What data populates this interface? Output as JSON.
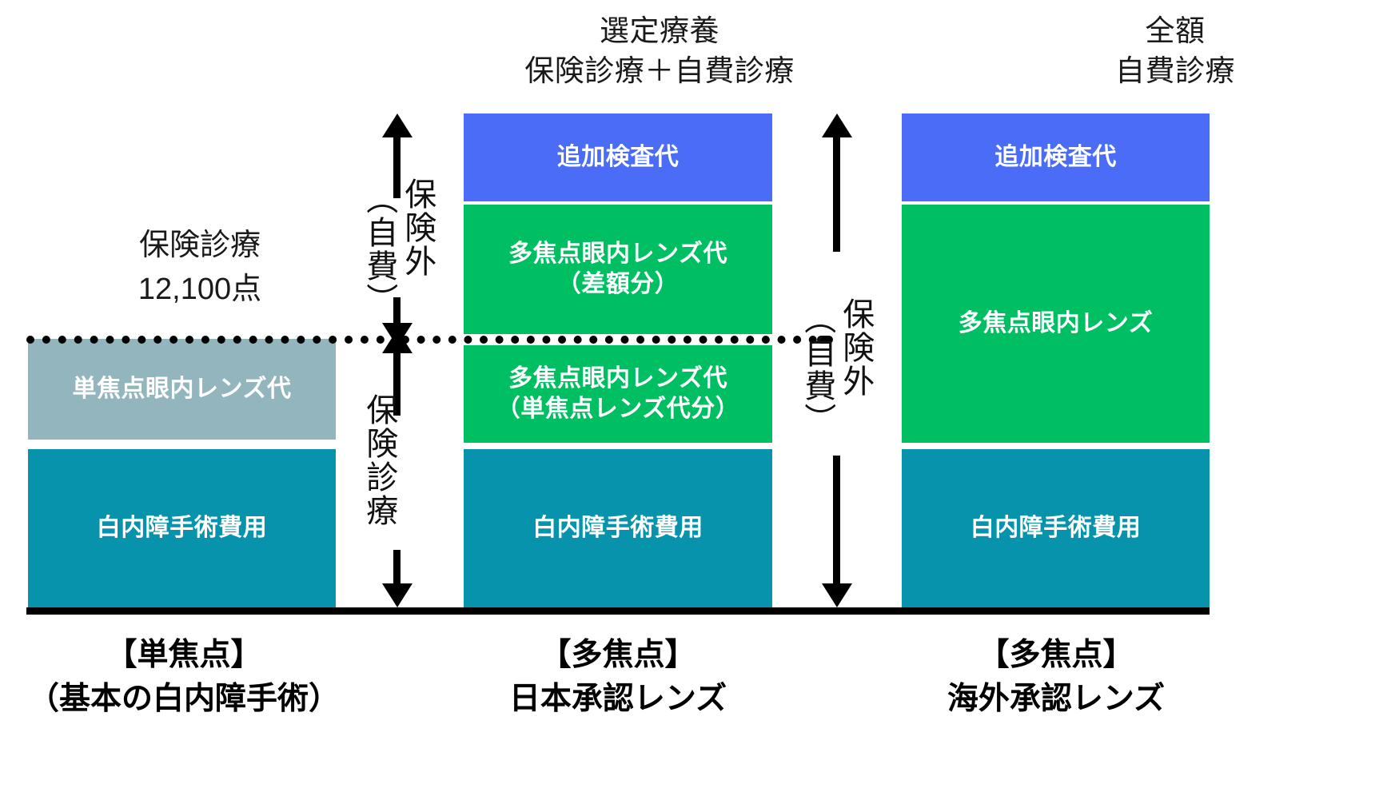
{
  "headings": {
    "center": {
      "line1": "選定療養",
      "line2": "保険診療＋自費診療"
    },
    "right": {
      "line1": "全額",
      "line2": "自費診療"
    }
  },
  "left_annotation": {
    "line1": "保険診療",
    "line2": "12,100点"
  },
  "columns": [
    {
      "id": "single-focus",
      "caption": {
        "line1": "【単焦点】",
        "line2": "（基本の白内障手術）"
      },
      "blocks": [
        {
          "id": "single-lens-fee",
          "label": "単焦点眼内レンズ代",
          "color": "#93b5bd"
        },
        {
          "id": "surgery-fee",
          "label": "白内障手術費用",
          "color": "#0693ab"
        }
      ]
    },
    {
      "id": "multifocal-domestic",
      "caption": {
        "line1": "【多焦点】",
        "line2": "日本承認レンズ"
      },
      "blocks": [
        {
          "id": "extra-exam-fee",
          "label": "追加検査代",
          "color": "#4a6cf7"
        },
        {
          "id": "multifocal-diff",
          "label_line1": "多焦点眼内レンズ代",
          "label_line2": "（差額分）",
          "color": "#00bf63"
        },
        {
          "id": "multifocal-base",
          "label_line1": "多焦点眼内レンズ代",
          "label_line2": "（単焦点レンズ代分）",
          "color": "#00bf63"
        },
        {
          "id": "surgery-fee",
          "label": "白内障手術費用",
          "color": "#0693ab"
        }
      ]
    },
    {
      "id": "multifocal-overseas",
      "caption": {
        "line1": "【多焦点】",
        "line2": "海外承認レンズ"
      },
      "blocks": [
        {
          "id": "extra-exam-fee",
          "label": "追加検査代",
          "color": "#4a6cf7"
        },
        {
          "id": "multifocal-lens",
          "label": "多焦点眼内レンズ",
          "color": "#00bf63"
        },
        {
          "id": "surgery-fee",
          "label": "白内障手術費用",
          "color": "#0693ab"
        }
      ]
    }
  ],
  "axis_labels": {
    "center_upper_paren": "（自費）",
    "center_upper_main": "保険外",
    "center_lower_main": "保険診療",
    "right_paren": "（自費）",
    "right_main": "保険外"
  },
  "colors": {
    "blue": "#4a6cf7",
    "green": "#00bf63",
    "teal": "#0693ab",
    "gray_blue": "#93b5bd",
    "line": "#000000",
    "background": "#ffffff"
  }
}
